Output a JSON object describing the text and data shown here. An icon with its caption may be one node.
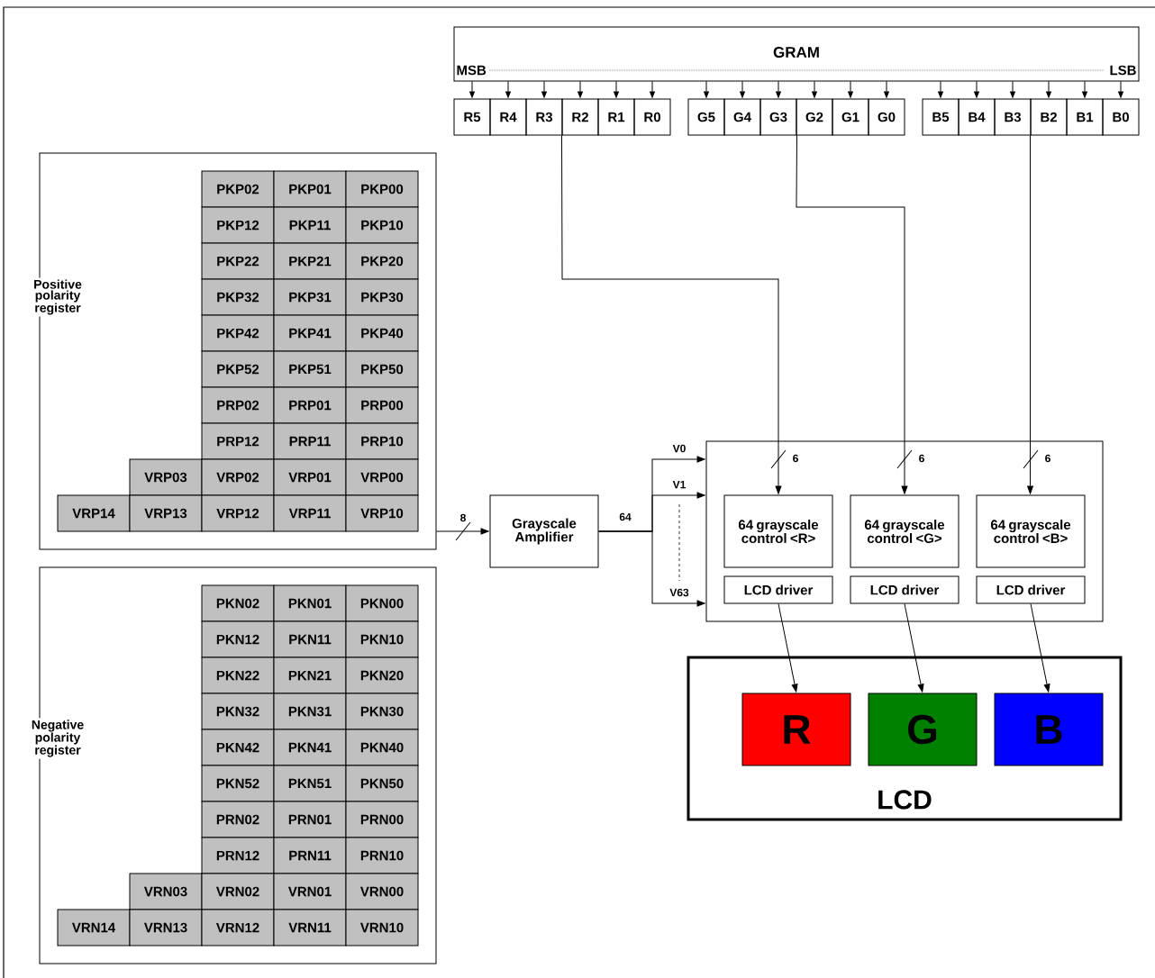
{
  "diagram": {
    "nodes": [
      {
        "text": [
          "GRAM"
        ]
      },
      {
        "text": [
          "R5"
        ]
      },
      {
        "text": [
          "R4"
        ]
      },
      {
        "text": [
          "R3"
        ]
      },
      {
        "text": [
          "R2"
        ]
      },
      {
        "text": [
          "R1"
        ]
      },
      {
        "text": [
          "R0"
        ]
      },
      {
        "text": [
          "G5"
        ]
      },
      {
        "text": [
          "G4"
        ]
      },
      {
        "text": [
          "G3"
        ]
      },
      {
        "text": [
          "G2"
        ]
      },
      {
        "text": [
          "G1"
        ]
      },
      {
        "text": [
          "G0"
        ]
      },
      {
        "text": [
          "B5"
        ]
      },
      {
        "text": [
          "B4"
        ]
      },
      {
        "text": [
          "B3"
        ]
      },
      {
        "text": [
          "B2"
        ]
      },
      {
        "text": [
          "B1"
        ]
      },
      {
        "text": [
          "B0"
        ]
      },
      {
        "text": [
          "Positive polarity register"
        ]
      },
      {
        "text": [
          "PKP02"
        ],
        "in": 19
      },
      {
        "text": [
          "PKP01"
        ],
        "in": 19
      },
      {
        "text": [
          "PKP00"
        ],
        "in": 19
      },
      {
        "text": [
          "PKP12"
        ],
        "in": 19
      },
      {
        "text": [
          "PKP11"
        ],
        "in": 19
      },
      {
        "text": [
          "PKP10"
        ],
        "in": 19
      },
      {
        "text": [
          "PKP22"
        ],
        "in": 19
      },
      {
        "text": [
          "PKP21"
        ],
        "in": 19
      },
      {
        "text": [
          "PKP20"
        ],
        "in": 19
      },
      {
        "text": [
          "PKP32"
        ],
        "in": 19
      },
      {
        "text": [
          "PKP31"
        ],
        "in": 19
      },
      {
        "text": [
          "PKP30"
        ],
        "in": 19
      },
      {
        "text": [
          "PKP42"
        ],
        "in": 19
      },
      {
        "text": [
          "PKP41"
        ],
        "in": 19
      },
      {
        "text": [
          "PKP40"
        ],
        "in": 19
      },
      {
        "text": [
          "PKP52"
        ],
        "in": 19
      },
      {
        "text": [
          "PKP51"
        ],
        "in": 19
      },
      {
        "text": [
          "PKP50"
        ],
        "in": 19
      },
      {
        "text": [
          "PRP02"
        ],
        "in": 19
      },
      {
        "text": [
          "PRP01"
        ],
        "in": 19
      },
      {
        "text": [
          "PRP00"
        ],
        "in": 19
      },
      {
        "text": [
          "PRP12"
        ],
        "in": 19
      },
      {
        "text": [
          "PRP11"
        ],
        "in": 19
      },
      {
        "text": [
          "PRP10"
        ],
        "in": 19
      },
      {
        "text": [
          "VRP03"
        ],
        "in": 19
      },
      {
        "text": [
          "VRP02"
        ],
        "in": 19
      },
      {
        "text": [
          "VRP01"
        ],
        "in": 19
      },
      {
        "text": [
          "VRP00"
        ],
        "in": 19
      },
      {
        "text": [
          "VRP14"
        ],
        "in": 19
      },
      {
        "text": [
          "VRP13"
        ],
        "in": 19
      },
      {
        "text": [
          "VRP12"
        ],
        "in": 19
      },
      {
        "text": [
          "VRP11"
        ],
        "in": 19
      },
      {
        "text": [
          "VRP10"
        ],
        "in": 19
      },
      {
        "text": [
          "Negative polarity register"
        ]
      },
      {
        "text": [
          "PKN02"
        ],
        "in": 53
      },
      {
        "text": [
          "PKN01"
        ],
        "in": 53
      },
      {
        "text": [
          "PKN00"
        ],
        "in": 53
      },
      {
        "text": [
          "PKN12"
        ],
        "in": 53
      },
      {
        "text": [
          "PKN11"
        ],
        "in": 53
      },
      {
        "text": [
          "PKN10"
        ],
        "in": 53
      },
      {
        "text": [
          "PKN22"
        ],
        "in": 53
      },
      {
        "text": [
          "PKN21"
        ],
        "in": 53
      },
      {
        "text": [
          "PKN20"
        ],
        "in": 53
      },
      {
        "text": [
          "PKN32"
        ],
        "in": 53
      },
      {
        "text": [
          "PKN31"
        ],
        "in": 53
      },
      {
        "text": [
          "PKN30"
        ],
        "in": 53
      },
      {
        "text": [
          "PKN42"
        ],
        "in": 53
      },
      {
        "text": [
          "PKN41"
        ],
        "in": 53
      },
      {
        "text": [
          "PKN40"
        ],
        "in": 53
      },
      {
        "text": [
          "PKN52"
        ],
        "in": 53
      },
      {
        "text": [
          "PKN51"
        ],
        "in": 53
      },
      {
        "text": [
          "PKN50"
        ],
        "in": 53
      },
      {
        "text": [
          "PRN02"
        ],
        "in": 53
      },
      {
        "text": [
          "PRN01"
        ],
        "in": 53
      },
      {
        "text": [
          "PRN00"
        ],
        "in": 53
      },
      {
        "text": [
          "PRN12"
        ],
        "in": 53
      },
      {
        "text": [
          "PRN11"
        ],
        "in": 53
      },
      {
        "text": [
          "PRN10"
        ],
        "in": 53
      },
      {
        "text": [
          "VRN03"
        ],
        "in": 53
      },
      {
        "text": [
          "VRN02"
        ],
        "in": 53
      },
      {
        "text": [
          "VRN01"
        ],
        "in": 53
      },
      {
        "text": [
          "VRN00"
        ],
        "in": 53
      },
      {
        "text": [
          "VRN14"
        ],
        "in": 53
      },
      {
        "text": [
          "VRN13"
        ],
        "in": 53
      },
      {
        "text": [
          "VRN12"
        ],
        "in": 53
      },
      {
        "text": [
          "VRN11"
        ],
        "in": 53
      },
      {
        "text": [
          "VRN10"
        ],
        "in": 53
      },
      {
        "text": [
          "Grayscale Amplifier"
        ]
      },
      {
        "text": [],
        "shape": "box"
      },
      {
        "text": [
          "64 grayscale control <R>"
        ],
        "in": 88
      },
      {
        "text": [
          "64 grayscale control <G>"
        ],
        "in": 88
      },
      {
        "text": [
          "64 grayscale control <B>"
        ],
        "in": 88
      },
      {
        "text": [
          "LCD driver"
        ],
        "in": 88
      },
      {
        "text": [
          "LCD driver"
        ],
        "in": 88
      },
      {
        "text": [
          "LCD driver"
        ],
        "in": 88
      },
      {
        "text": [
          "LCD"
        ]
      },
      {
        "text": [
          "R"
        ],
        "in": 95
      },
      {
        "text": [
          "G"
        ],
        "in": 95
      },
      {
        "text": [
          "B"
        ],
        "in": 95
      }
    ],
    "edges": [
      {
        "from": 0,
        "to": 1,
        "arrow": "to"
      },
      {
        "from": 0,
        "to": 2,
        "arrow": "to"
      },
      {
        "from": 0,
        "to": 3,
        "arrow": "to"
      },
      {
        "from": 0,
        "to": 4,
        "arrow": "to"
      },
      {
        "from": 0,
        "to": 5,
        "arrow": "to"
      },
      {
        "from": 0,
        "to": 6,
        "arrow": "to"
      },
      {
        "from": 0,
        "to": 7,
        "arrow": "to"
      },
      {
        "from": 0,
        "to": 8,
        "arrow": "to"
      },
      {
        "from": 0,
        "to": 9,
        "arrow": "to"
      },
      {
        "from": 0,
        "to": 10,
        "arrow": "to"
      },
      {
        "from": 0,
        "to": 11,
        "arrow": "to"
      },
      {
        "from": 0,
        "to": 12,
        "arrow": "to"
      },
      {
        "from": 0,
        "to": 13,
        "arrow": "to"
      },
      {
        "from": 0,
        "to": 14,
        "arrow": "to"
      },
      {
        "from": 0,
        "to": 15,
        "arrow": "to"
      },
      {
        "from": 0,
        "to": 16,
        "arrow": "to"
      },
      {
        "from": 0,
        "to": 17,
        "arrow": "to"
      },
      {
        "from": 0,
        "to": 18,
        "arrow": "to"
      },
      {
        "from": 19,
        "to": 87,
        "arrow": "to",
        "label": "8"
      },
      {
        "from": 87,
        "to": 88,
        "arrow": "to",
        "label": "V0"
      },
      {
        "from": 87,
        "to": 88,
        "arrow": "to",
        "label": "V1"
      },
      {
        "from": 87,
        "to": 88,
        "arrow": "to",
        "label": "V63"
      },
      {
        "from": 4,
        "to": 89,
        "arrow": "to",
        "label": "6"
      },
      {
        "from": 9,
        "to": 90,
        "arrow": "to",
        "label": "6"
      },
      {
        "from": 16,
        "to": 91,
        "arrow": "to",
        "label": "6"
      },
      {
        "from": 92,
        "to": 96,
        "arrow": "to"
      },
      {
        "from": 93,
        "to": 97,
        "arrow": "to"
      },
      {
        "from": 94,
        "to": 98,
        "arrow": "to"
      }
    ],
    "labels": [
      "MSB",
      "LSB",
      "64"
    ]
  }
}
